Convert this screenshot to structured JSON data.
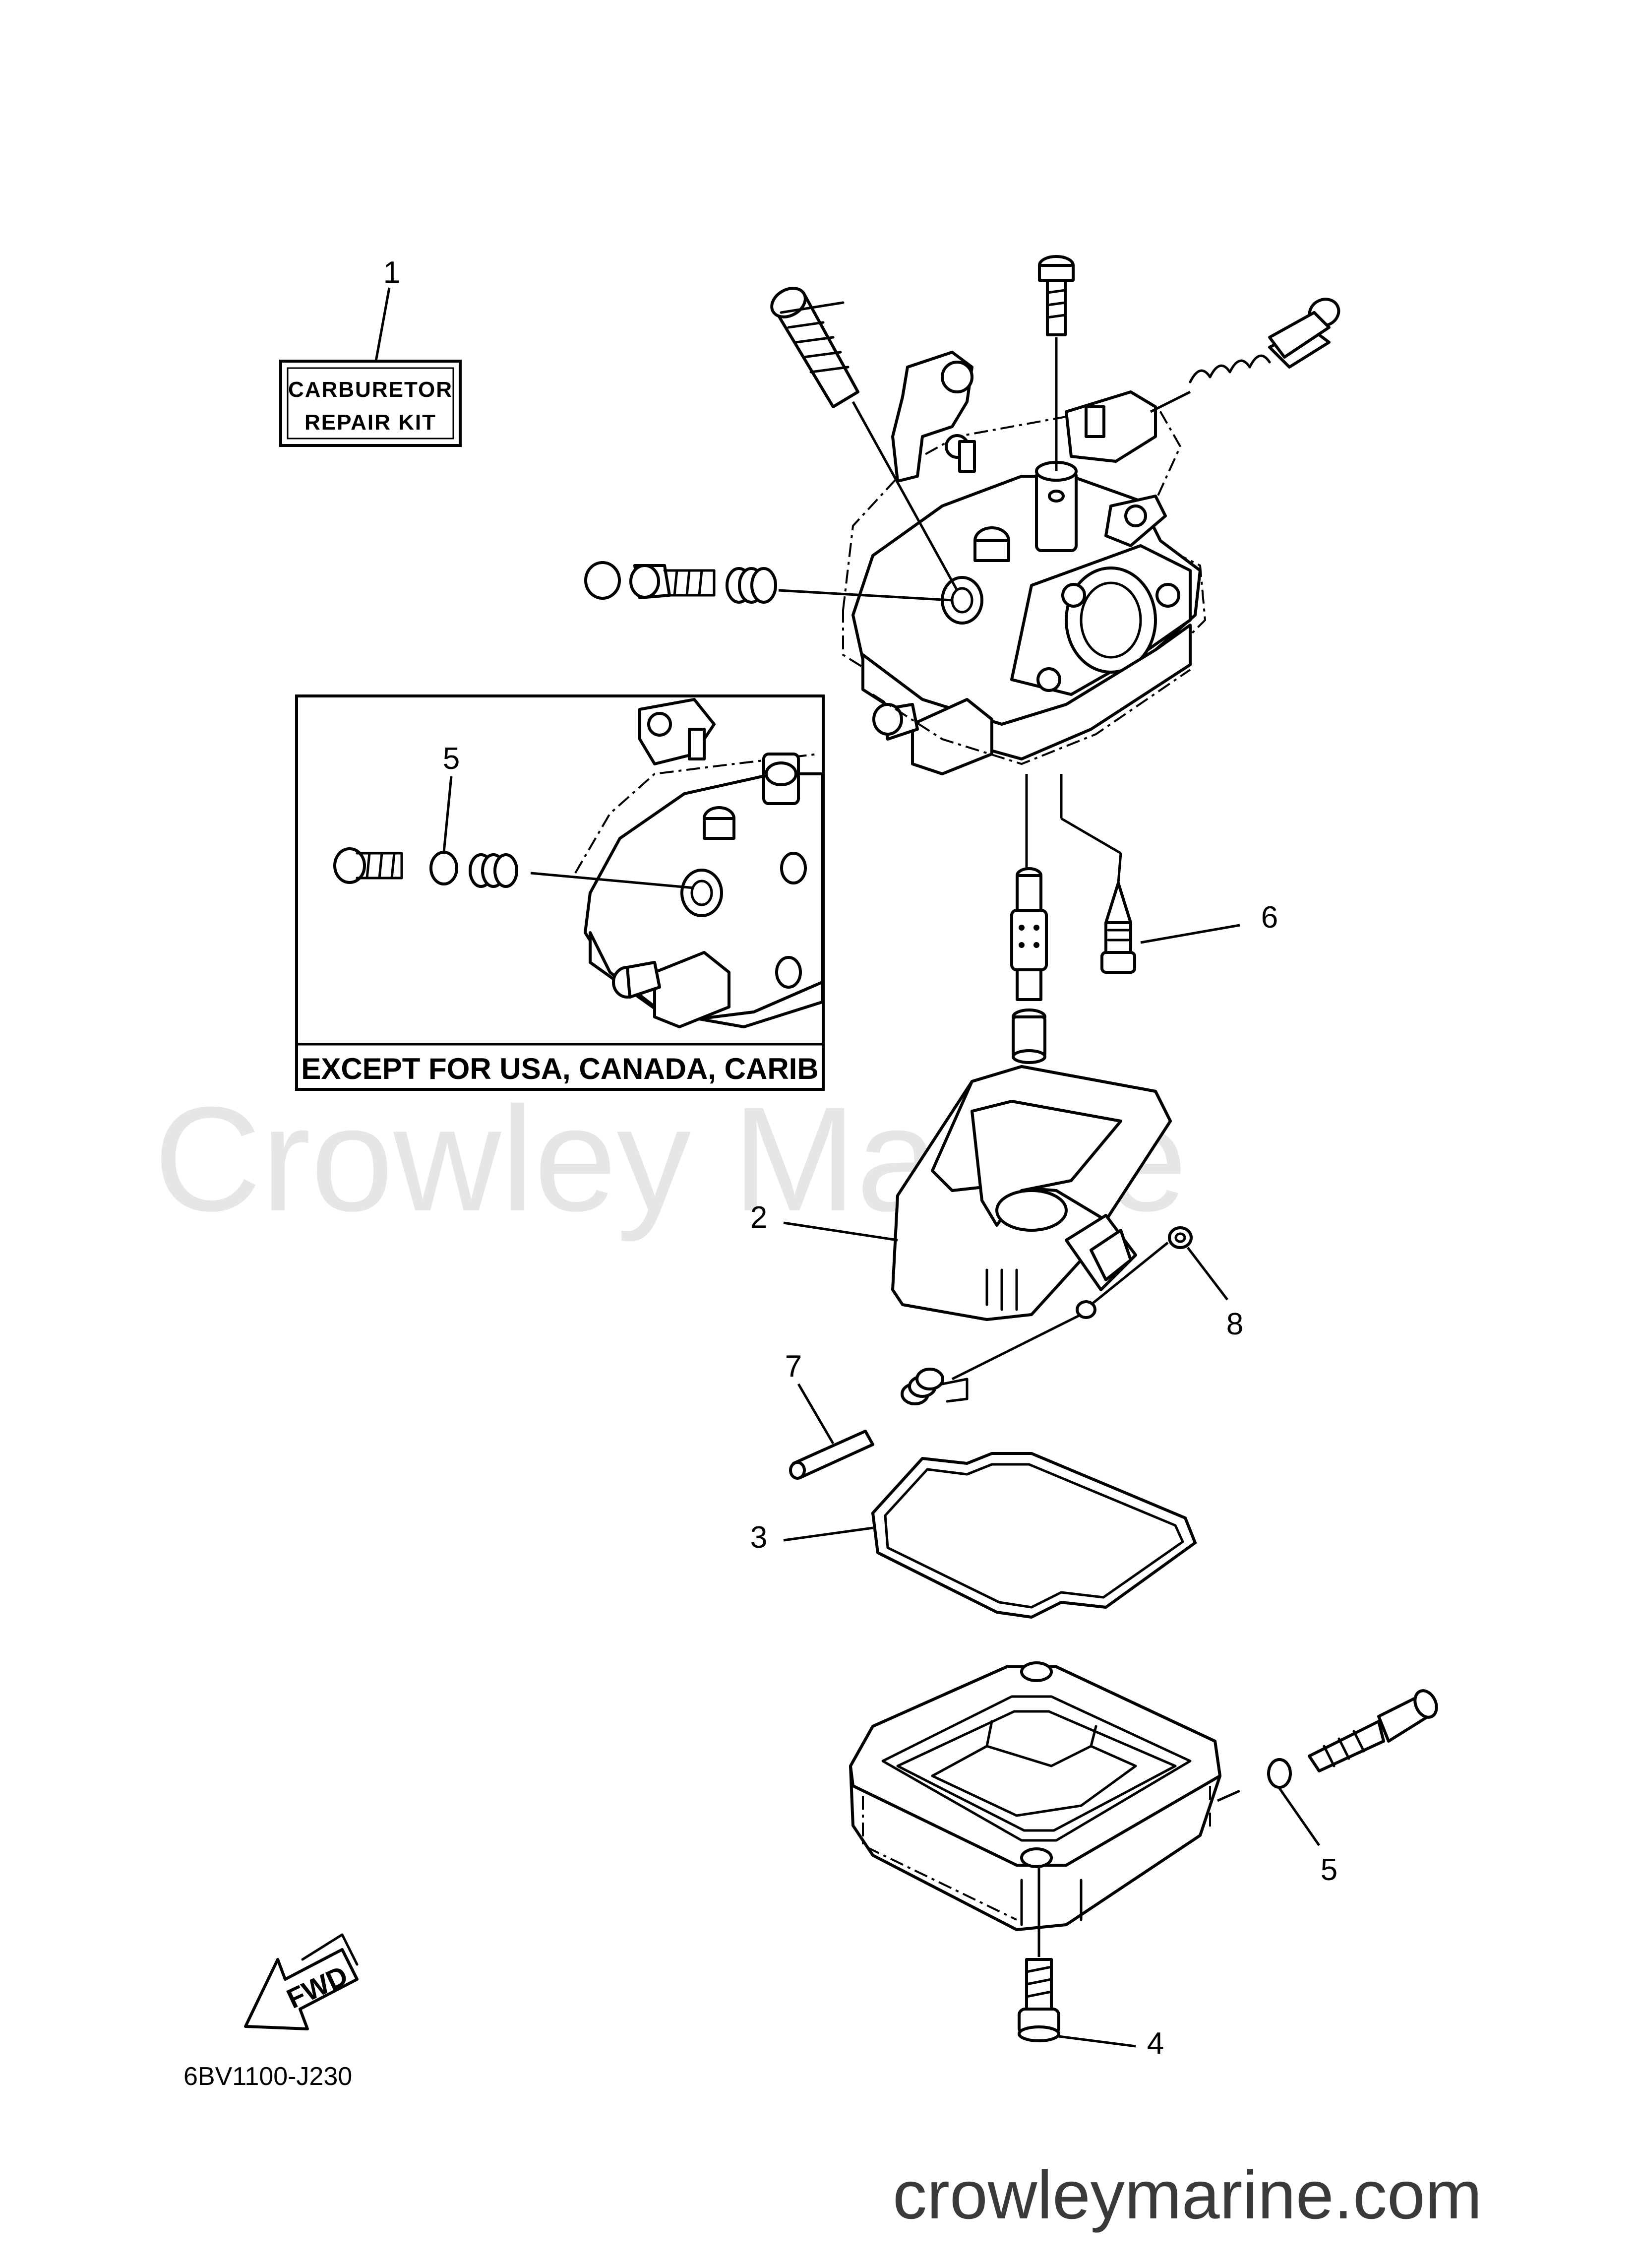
{
  "diagram": {
    "repair_kit_label": [
      "CARBURETOR",
      "REPAIR KIT"
    ],
    "inset_caption": "EXCEPT FOR USA, CANADA, CARIB",
    "drawing_code": "6BV1100-J230",
    "direction_marker": "FWD",
    "watermark": "Crowley Marine",
    "website": "crowleymarine.com",
    "callouts": {
      "kit": "1",
      "float": "2",
      "gasket": "3",
      "bolt": "4",
      "oring_inset": "5",
      "oring_bowl": "5",
      "needle_valve": "6",
      "float_pin": "7",
      "float_clip": "8"
    }
  }
}
